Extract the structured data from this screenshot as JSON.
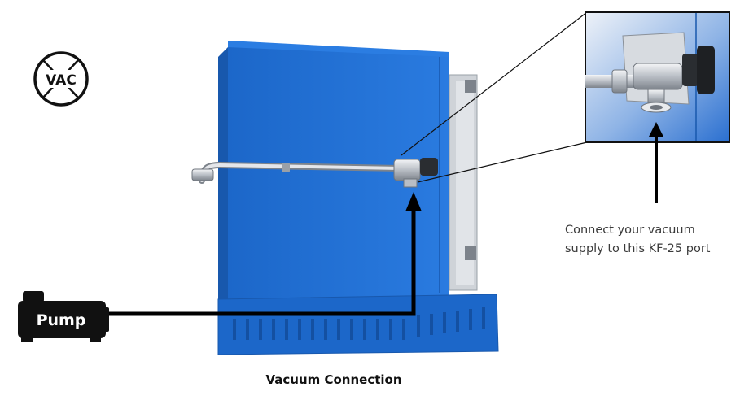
{
  "vac_badge": {
    "label": "VAC"
  },
  "pump": {
    "label": "Pump"
  },
  "callout": {
    "line1": "Connect your vacuum",
    "line2": "supply to this KF-25 port"
  },
  "caption": "Vacuum Connection",
  "colors": {
    "oven_blue": "#1f6fd3",
    "oven_blue_dark": "#1858ad",
    "panel_gray": "#cfd3d8",
    "pipe_line": "#000000"
  },
  "icons": [
    "vac-badge-icon",
    "pump-icon",
    "kf25-port-icon",
    "zoom-inset"
  ]
}
